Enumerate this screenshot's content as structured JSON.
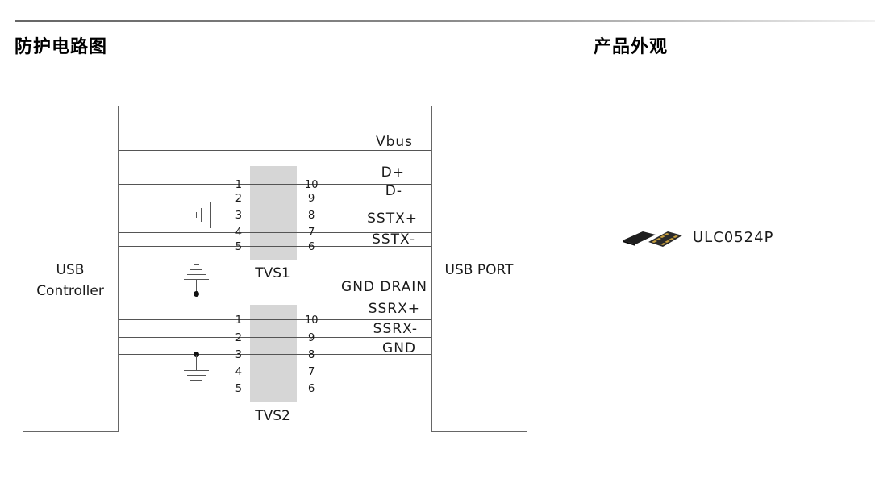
{
  "headings": {
    "circuit_title": "防护电路图",
    "appearance_title": "产品外观"
  },
  "circuit": {
    "left_box_line1": "USB",
    "left_box_line2": "Controller",
    "right_box_label": "USB PORT",
    "tvs1_label": "TVS1",
    "tvs2_label": "TVS2",
    "tvs1_left_pins": [
      "1",
      "2",
      "3",
      "4",
      "5"
    ],
    "tvs1_right_pins": [
      "10",
      "9",
      "8",
      "7",
      "6"
    ],
    "tvs2_left_pins": [
      "1",
      "2",
      "3",
      "4",
      "5"
    ],
    "tvs2_right_pins": [
      "10",
      "9",
      "8",
      "7",
      "6"
    ],
    "signals": {
      "vbus": "Vbus",
      "d_plus": "D+",
      "d_minus": "D-",
      "sstx_plus": "SSTX+",
      "sstx_minus": "SSTX-",
      "gnd_drain": "GND DRAIN",
      "ssrx_plus": "SSRX+",
      "ssrx_minus": "SSRX-",
      "gnd": "GND"
    }
  },
  "product": {
    "part_number": "ULC0524P"
  },
  "colors": {
    "line": "#555555",
    "box_border": "#666666",
    "tvs_fill": "#d6d6d6",
    "chip_body": "#1e1e1e",
    "chip_pads": "#c8a040"
  }
}
